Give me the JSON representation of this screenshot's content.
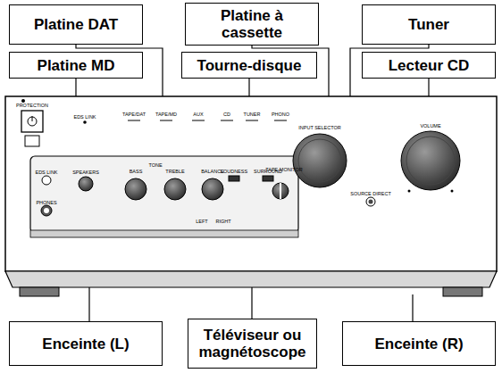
{
  "diagram": {
    "nodes": [
      {
        "text": [
          "Platine DAT"
        ]
      },
      {
        "text": [
          "Platine à cassette"
        ]
      },
      {
        "text": [
          "Tuner"
        ]
      },
      {
        "text": [
          "Platine MD"
        ]
      },
      {
        "text": [
          "Tourne-disque"
        ]
      },
      {
        "text": [
          "Lecteur CD"
        ]
      },
      {
        "text": [
          "Enceinte (L)"
        ]
      },
      {
        "text": [
          "Téléviseur ou magnétoscope"
        ]
      },
      {
        "text": [
          "Enceinte (R)"
        ]
      }
    ],
    "labels": [
      "PROTECTION",
      "EDS LINK",
      "TAPE/DAT",
      "TAPE/MD",
      "AUX",
      "CD",
      "TUNER",
      "PHONO",
      "INPUT SELECTOR",
      "VOLUME",
      "SOURCE DIRECT",
      "EDS LINK",
      "SPEAKERS",
      "PHONES",
      "BASS",
      "TONE",
      "TREBLE",
      "BALANCE",
      "LOUDNESS",
      "SURROUND",
      "TAPE MONITOR",
      "LEFT",
      "RIGHT"
    ]
  }
}
